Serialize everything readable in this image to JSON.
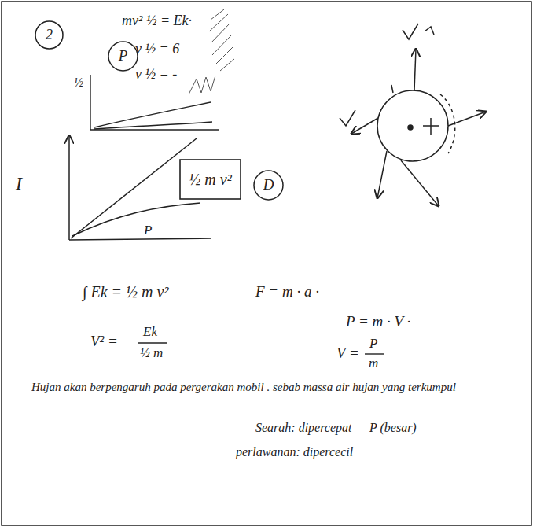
{
  "diagram": {
    "nodes": [
      {
        "text": [
          "2"
        ]
      },
      {
        "text": [
          "P"
        ]
      },
      {
        "text": [
          "½ m v²"
        ]
      },
      {
        "text": [
          "D"
        ]
      }
    ],
    "labels": [
      "mv² ½ = Ek·",
      "v ½ = 6",
      "v ½ = -",
      "½",
      "I",
      "P",
      "∫ Ek = ½ m v²",
      "F = m · a ·",
      "V² =",
      "Ek",
      "½ m",
      "P = m · V ·",
      "V =",
      "P",
      "m",
      "Hujan akan berpengaruh pada pergerakan mobil . sebab massa air hujan yang terkumpul",
      "Searah: dipercepat",
      "P (besar)",
      "perlawanan: dipercecil"
    ]
  }
}
